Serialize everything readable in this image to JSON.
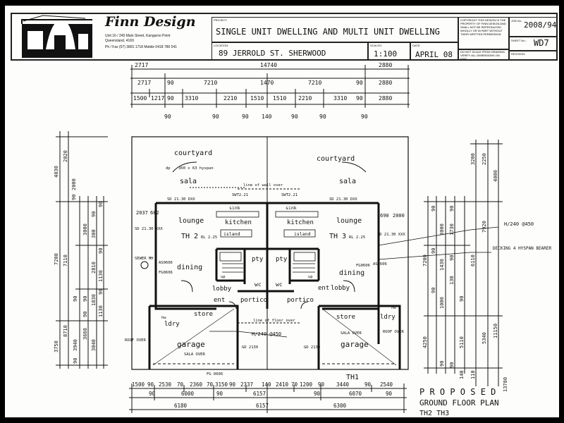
{
  "title_block": {
    "firm": "Finn Design",
    "firm_address_1": "Unit 16 / 245 Main Street, Kangaroo Point",
    "firm_address_2": "Queensland, 4169",
    "firm_phone": "Ph / Fax (07) 3891 1718  Mobile 0418 780 541",
    "project_label": "PROJECT:",
    "project": "SINGLE UNIT DWELLING AND MULTI UNIT DWELLING",
    "location_label": "LOCATION:",
    "location": "89 JERROLD ST. SHERWOOD",
    "scale_label": "SCALES:",
    "scale": "1:100",
    "date_label": "DATE:",
    "date": "APRIL 08",
    "job_label": "JOB No.:",
    "job": "2008/94",
    "sheet_label": "SHEET No.:",
    "sheet": "WD7",
    "revision_label": "REVISION:",
    "copyright_note": "COPYRIGHT THIS DESIGN IS THE PROPERTY OF FINN DESIGN AND SHALL NOT BE REPRODUCED WHOLLY OR IN PART WITHOUT THEIR WRITTEN PERMISSION",
    "scale_note": "DO NOT SCALE FROM DRAWING. VERIFY ALL DIMENSIONS ON SITE."
  },
  "top_dims": {
    "row1": [
      "2717",
      "14740",
      "2880"
    ],
    "row2": [
      "2717",
      "90",
      "7210",
      "1470",
      "7210",
      "90",
      "2880"
    ],
    "row3": [
      "1500",
      "1217",
      "90",
      "3310",
      "2210",
      "1510",
      "1510",
      "2210",
      "3310",
      "90",
      "2880"
    ],
    "row4": [
      "90",
      "90",
      "90",
      "140",
      "90",
      "90",
      "90"
    ]
  },
  "bottom_dims": {
    "row1": [
      "1500",
      "90",
      "2530",
      "70",
      "2360",
      "70",
      "3150",
      "90",
      "2337",
      "140",
      "2410",
      "70",
      "1200",
      "90",
      "3440",
      "90",
      "2540"
    ],
    "row2": [
      "90",
      "6000",
      "90",
      "6157",
      "90",
      "6070",
      "90"
    ],
    "row3": [
      "6180",
      "6157",
      "6300"
    ]
  },
  "left_dims": {
    "outer": [
      "4030",
      "7200",
      "3750"
    ],
    "mid": [
      "2020",
      "7110",
      "3940",
      "8710"
    ],
    "inner": [
      "2000",
      "90",
      "3000",
      "3660"
    ],
    "fine": [
      "90",
      "90",
      "300",
      "90",
      "2810",
      "1130",
      "90",
      "1830",
      "90",
      "90",
      "1130",
      "90",
      "3040",
      "90"
    ]
  },
  "right_dims": {
    "outer": [
      "4000",
      "11150",
      "13780"
    ],
    "mid": [
      "7200",
      "4250",
      "3200",
      "6110",
      "5340"
    ],
    "inner": [
      "3000",
      "7920",
      "2250",
      "5110"
    ],
    "fine": [
      "90",
      "90",
      "1730",
      "90",
      "1430",
      "90",
      "130",
      "90",
      "90",
      "1000",
      "140",
      "90",
      "110",
      "90"
    ]
  },
  "rooms": {
    "courtyard_l": "courtyard",
    "courtyard_r": "courtyard",
    "sala_l": "sala",
    "sala_r": "sala",
    "lounge_l": "lounge",
    "lounge_r": "lounge",
    "th2": "TH 2",
    "th3": "TH 3",
    "kitchen_l": "kitchen",
    "kitchen_r": "kitchen",
    "island_l": "island",
    "island_r": "island",
    "sink_l": "sink",
    "sink_r": "sink",
    "dining_l": "dining",
    "dining_r": "dining",
    "lobby_l": "lobby",
    "lobby_r": "lobby",
    "ent_l": "ent",
    "ent_r": "ent",
    "portico_l": "portico",
    "portico_r": "portico",
    "store_l": "store",
    "store_r": "store",
    "ldry_l": "ldry",
    "ldry_r": "ldry",
    "garage_l": "garage",
    "garage_r": "garage",
    "pty_l": "pty",
    "pty_r": "pty",
    "wc_l": "wc",
    "wc_r": "wc",
    "th1": "TH1"
  },
  "annotations": {
    "hyspan": "300 x 63 hyspan",
    "wall_over": "line of wall over",
    "floor_over": "line of floor over",
    "sw_l": "SWT2.21",
    "sw_r": "SWT2.21",
    "sd_l1": "SD 21.30 DXX",
    "sd_r1": "SD 21.30 DXX",
    "sd_l2": "SD 21.30 XXX",
    "sd_r2": "SD 21.30 XXX",
    "awning_l": "AS0606",
    "awning_r": "AS0606",
    "fixed_l": "FG0606",
    "fixed_r": "FG0606",
    "gd_l": "GD 2130",
    "gd_r": "GD 2130",
    "sewer": "SEWER MH",
    "roof_over_l": "ROOF OVER",
    "roof_over_r": "ROOF OVER",
    "sala_over_l": "SALA OVER",
    "sala_over_r": "SALA OVER",
    "lintel_l": "RL 2.25",
    "lintel_r": "RL 2.25",
    "beam_mid": "H/240 @450",
    "beam_right": "H/240 @450",
    "decking_note": "DECKING 4 HYSPAN BEARER",
    "fg_bottom": "FG 0606",
    "dp": "dp",
    "hw_l": "hw",
    "hw_r": "hw",
    "up_l": "up",
    "up_r": "up",
    "dim_l": "2037",
    "dim_l2": "682",
    "dim_r": "690",
    "dim_r2": "2000"
  },
  "plan_title_1": "P R O P O S E D",
  "plan_title_2": "GROUND FLOOR PLAN",
  "plan_title_3": "TH2  TH3"
}
